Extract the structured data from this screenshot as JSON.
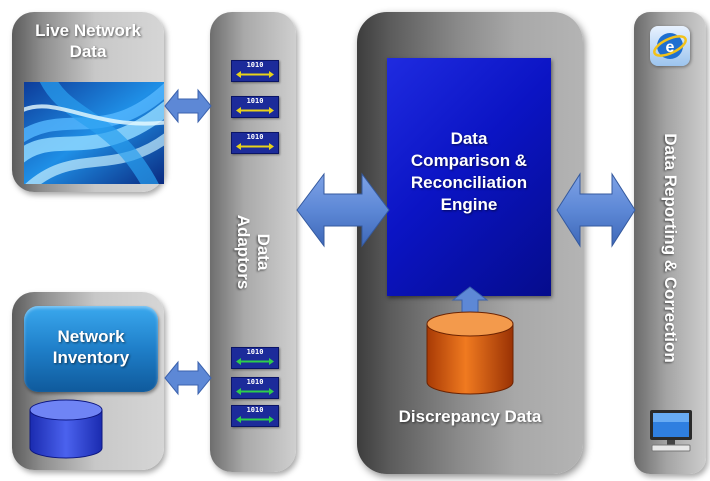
{
  "panels": {
    "live_network": {
      "title_line1": "Live Network",
      "title_line2": "Data"
    },
    "adaptors": {
      "title_line1": "Data",
      "title_line2": "Adaptors"
    },
    "engine": {
      "title_line1": "Data",
      "title_line2": "Comparison &",
      "title_line3": "Reconciliation",
      "title_line4": "Engine",
      "discrepancy_label": "Discrepancy Data"
    },
    "inventory": {
      "title_line1": "Network",
      "title_line2": "Inventory"
    },
    "reporting": {
      "title": "Data Reporting & Correction"
    }
  },
  "adaptor_icons": {
    "bits_label": "1010",
    "top_count": 3,
    "bottom_count": 3,
    "top_arrow_color": "#e8d21a",
    "bottom_arrow_color": "#2ecf4a"
  },
  "colors": {
    "engine_blue": "#0b14c4",
    "discrepancy_orange": "#e0600c",
    "inventory_blue": "#1f7fc9",
    "arrow_blue": "#5d88d6"
  },
  "icons": [
    "bidirectional-arrow-icon",
    "database-cylinder-icon",
    "ie-browser-icon",
    "computer-monitor-icon",
    "network-cables-image"
  ]
}
